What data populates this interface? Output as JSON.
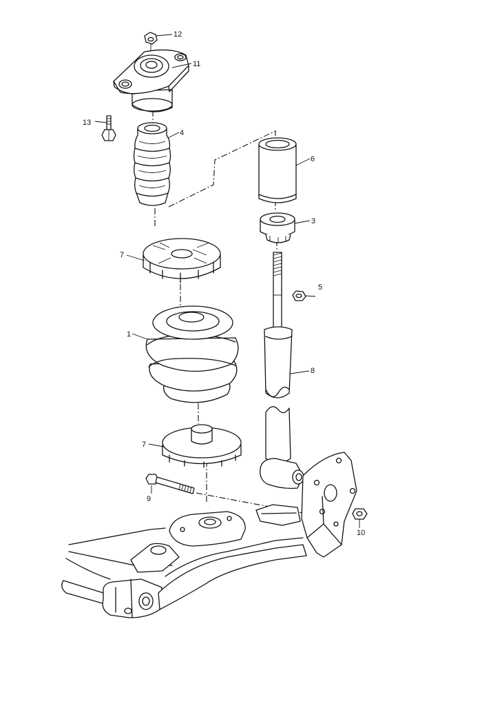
{
  "callouts": [
    {
      "id": "c1",
      "label": "1"
    },
    {
      "id": "c3",
      "label": "3"
    },
    {
      "id": "c4",
      "label": "4"
    },
    {
      "id": "c5",
      "label": "5"
    },
    {
      "id": "c6",
      "label": "6"
    },
    {
      "id": "c7a",
      "label": "7"
    },
    {
      "id": "c7b",
      "label": "7"
    },
    {
      "id": "c8",
      "label": "8"
    },
    {
      "id": "c9",
      "label": "9"
    },
    {
      "id": "c10",
      "label": "10"
    },
    {
      "id": "c11",
      "label": "11"
    },
    {
      "id": "c12",
      "label": "12"
    },
    {
      "id": "c13",
      "label": "13"
    }
  ]
}
